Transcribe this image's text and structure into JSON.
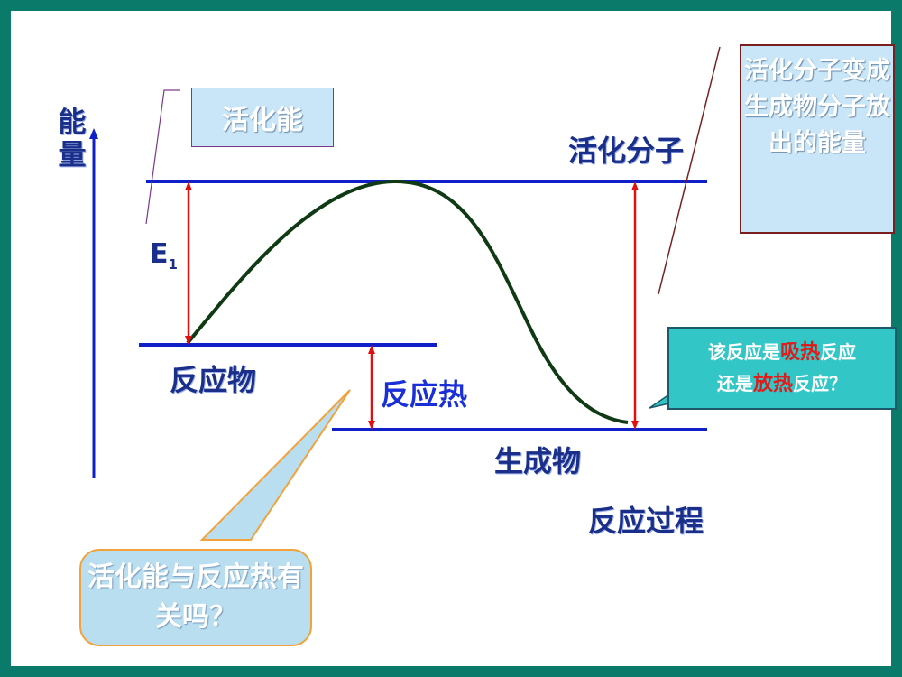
{
  "axis": {
    "ylabel": "能量",
    "xlabel": "反应过程"
  },
  "labels": {
    "activation_energy_box": "活化能",
    "activated_molecules": "活化分子",
    "e_symbol": "E",
    "e_subscript": "1",
    "reactants": "反应物",
    "reaction_heat": "反应热",
    "products": "生成物"
  },
  "release_box": {
    "text": "活化分子变成生成物分子放出的能量"
  },
  "question_callout": {
    "part1": "该反应是",
    "endothermic": "吸热",
    "part2": "反应",
    "part3": "还是",
    "exothermic": "放热",
    "part4": "反应？"
  },
  "orange_callout": {
    "text": "活化能与反应热有关吗？"
  },
  "colors": {
    "border": "#0a7a6a",
    "level_line": "#1020c8",
    "arrow": "#e01010",
    "curve": "#0f3a14",
    "text_blue": "#1a2f8a",
    "callout_teal": "#33c6c6",
    "callout_orange_border": "#f2a23a"
  }
}
